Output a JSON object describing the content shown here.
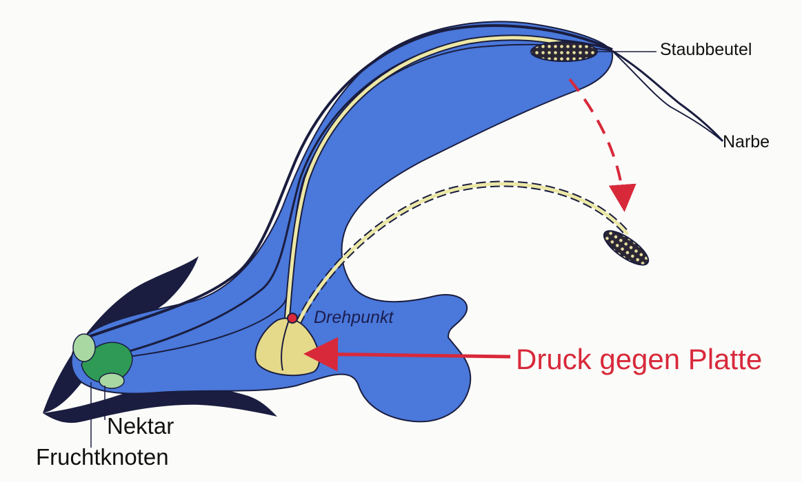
{
  "labels": {
    "staubbeutel": "Staubbeutel",
    "narbe": "Narbe",
    "drehpunkt": "Drehpunkt",
    "druck": "Druck gegen Platte",
    "nektar": "Nektar",
    "fruchtknoten": "Fruchtknoten"
  },
  "colors": {
    "petal_blue": "#4a78db",
    "outline_dark": "#1a1d3f",
    "stamen_yellow": "#ece8a6",
    "plate_yellow": "#e5d98a",
    "nectar_green": "#2f9a55",
    "nectar_light_green": "#a9d8a2",
    "arrow_red": "#d8293a"
  }
}
